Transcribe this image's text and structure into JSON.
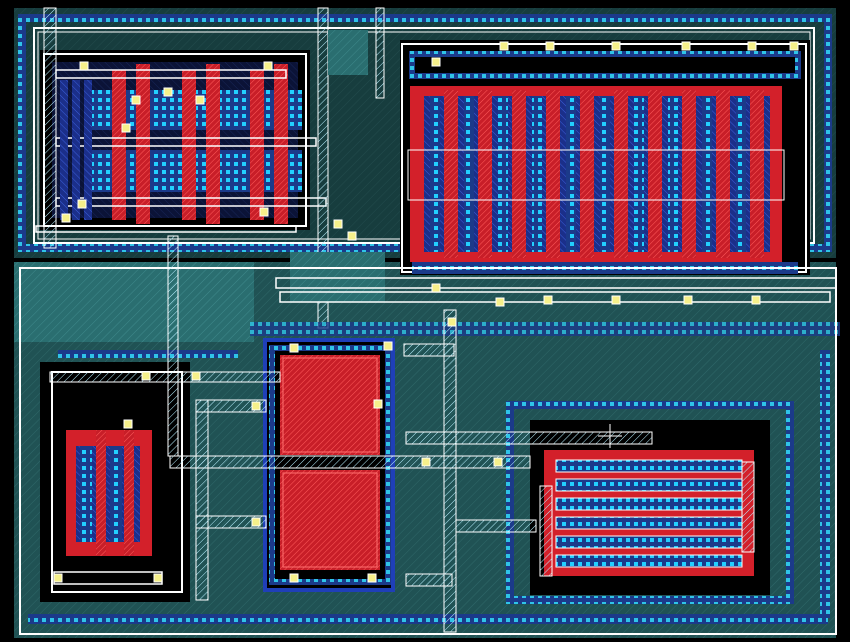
{
  "canvas": {
    "title": "",
    "background": "#000000"
  },
  "colors": {
    "nwell": "#2a6e70",
    "nwell_border": "#5fb8c0",
    "poly": "#d3202a",
    "active": "#c81e28",
    "metal1": "#1f3fb8",
    "metal1_border": "#5a7fff",
    "metal2": "#a8e8f0",
    "contact": "#22c8ff",
    "via": "#f6f08a",
    "ring_dots": "#2fc4e8"
  },
  "blocks": [
    {
      "id": "pmos-array-top-left",
      "kind": "transistor-array"
    },
    {
      "id": "nmos-array-top-right",
      "kind": "transistor-array"
    },
    {
      "id": "capacitor-pair-center",
      "kind": "capacitor"
    },
    {
      "id": "small-transistor-bottom-left",
      "kind": "transistor"
    },
    {
      "id": "resistor-array-bottom-right",
      "kind": "resistor"
    }
  ]
}
